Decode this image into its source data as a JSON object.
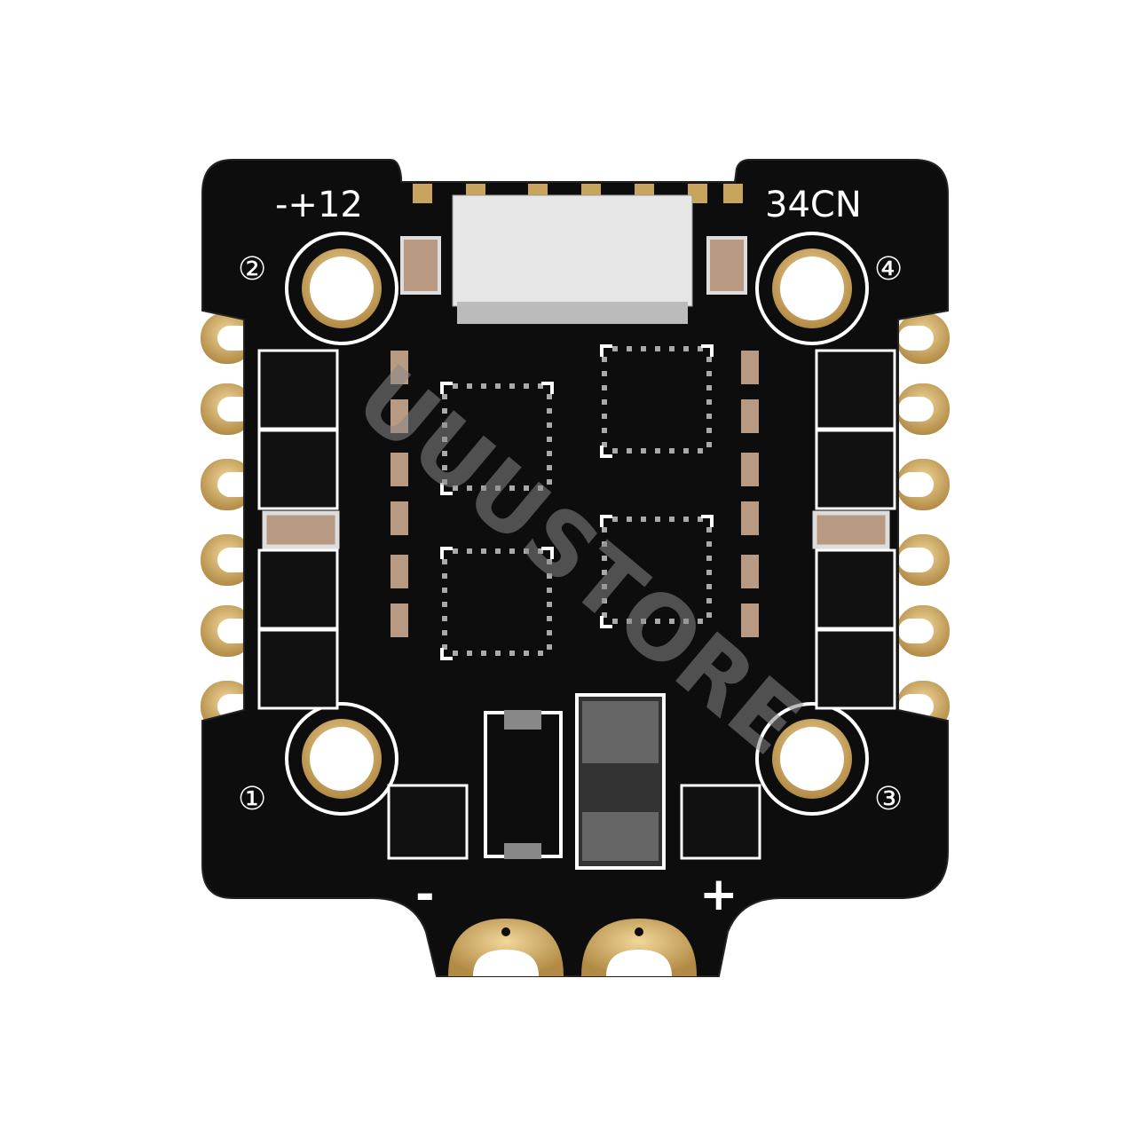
{
  "board": {
    "label_left": "-+12",
    "label_right": "34CN",
    "mount_labels": [
      "①",
      "②",
      "③",
      "④"
    ],
    "power_minus": "-",
    "power_plus": "+",
    "watermark": "UUUSTORE"
  },
  "colors": {
    "pcb": "#0d0d0d",
    "gold": "#c8a45c",
    "silkscreen": "#ffffff",
    "capacitor": "#b89a82",
    "connector": "#e6e6e6"
  }
}
